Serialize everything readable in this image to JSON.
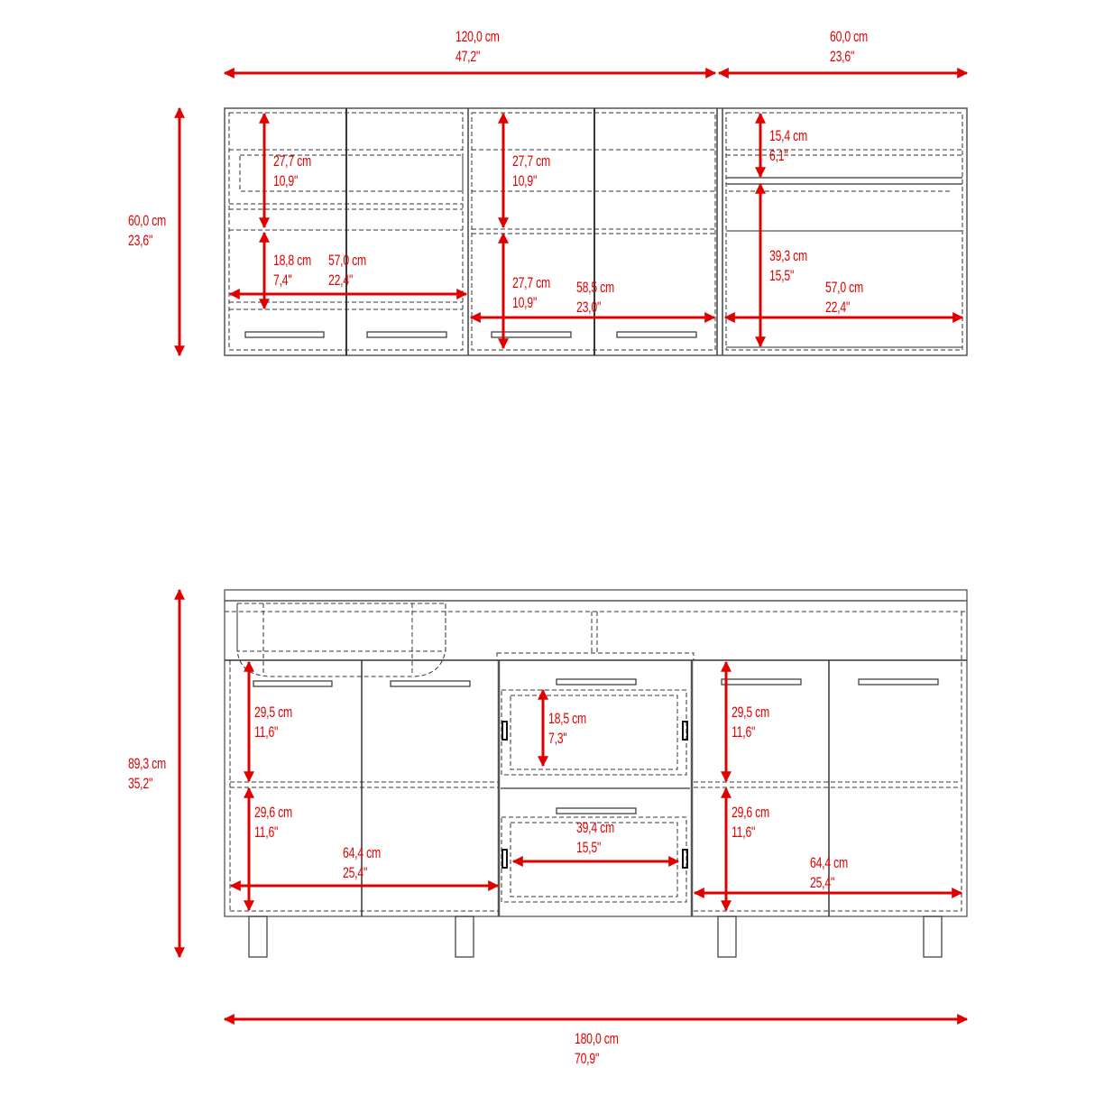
{
  "colors": {
    "dimension": "#e00000",
    "outline": "#444444",
    "dashed": "#333333",
    "background": "#ffffff"
  },
  "upper_cabinet": {
    "overall_width_left": {
      "cm": "120,0 cm",
      "in": "47,2\""
    },
    "overall_width_right": {
      "cm": "60,0 cm",
      "in": "23,6\""
    },
    "overall_height": {
      "cm": "60,0 cm",
      "in": "23,6\""
    },
    "section1": {
      "upper_shelf_height": {
        "cm": "27,7 cm",
        "in": "10,9\""
      },
      "lower_shelf_height": {
        "cm": "18,8 cm",
        "in": "7,4\""
      },
      "inner_width": {
        "cm": "57,0 cm",
        "in": "22,4\""
      }
    },
    "section2": {
      "upper_shelf_height": {
        "cm": "27,7 cm",
        "in": "10,9\""
      },
      "lower_shelf_height": {
        "cm": "27,7 cm",
        "in": "10,9\""
      },
      "inner_width": {
        "cm": "58,5 cm",
        "in": "23,0\""
      }
    },
    "section3": {
      "upper_height": {
        "cm": "15,4 cm",
        "in": "6,1\""
      },
      "lower_height": {
        "cm": "39,3 cm",
        "in": "15,5\""
      },
      "inner_width": {
        "cm": "57,0 cm",
        "in": "22,4\""
      }
    }
  },
  "lower_cabinet": {
    "overall_height": {
      "cm": "89,3 cm",
      "in": "35,2\""
    },
    "overall_width": {
      "cm": "180,0 cm",
      "in": "70,9\""
    },
    "left_section": {
      "upper_height": {
        "cm": "29,5 cm",
        "in": "11,6\""
      },
      "lower_height": {
        "cm": "29,6 cm",
        "in": "11,6\""
      },
      "inner_width": {
        "cm": "64,4 cm",
        "in": "25,4\""
      }
    },
    "drawer_section": {
      "drawer_height": {
        "cm": "18,5 cm",
        "in": "7,3\""
      },
      "drawer_width": {
        "cm": "39,4 cm",
        "in": "15,5\""
      }
    },
    "right_section": {
      "upper_height": {
        "cm": "29,5 cm",
        "in": "11,6\""
      },
      "lower_height": {
        "cm": "29,6 cm",
        "in": "11,6\""
      },
      "inner_width": {
        "cm": "64,4 cm",
        "in": "25,4\""
      }
    }
  }
}
